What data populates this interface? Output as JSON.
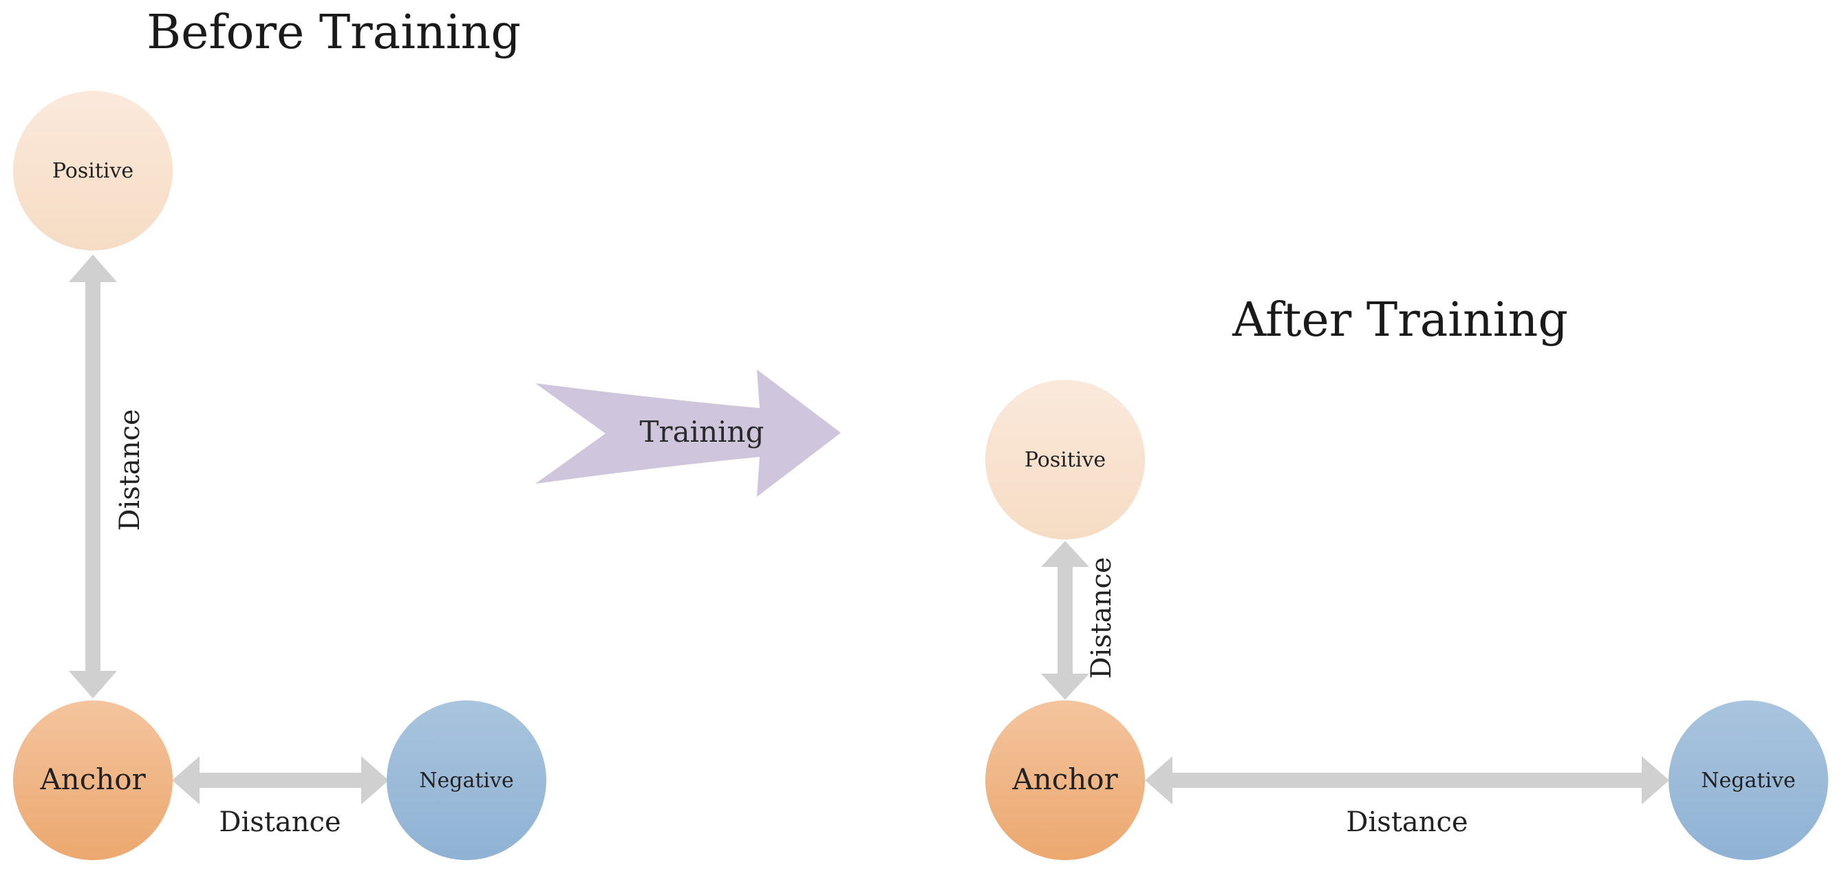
{
  "before": {
    "title": "Before Training",
    "positive_label": "Positive",
    "anchor_label": "Anchor",
    "negative_label": "Negative",
    "vertical_distance_label": "Distance",
    "horizontal_distance_label": "Distance"
  },
  "training_arrow": {
    "label": "Training"
  },
  "after": {
    "title": "After Training",
    "positive_label": "Positive",
    "anchor_label": "Anchor",
    "negative_label": "Negative",
    "vertical_distance_label": "Distance",
    "horizontal_distance_label": "Distance"
  },
  "colors": {
    "positive_top": "#fbe9dc",
    "positive_bottom": "#f6dcc4",
    "anchor_top": "#f4c49e",
    "anchor_bottom": "#eca86f",
    "negative_top": "#a9c4de",
    "negative_bottom": "#8fb2d4",
    "distance_arrow": "#d0d0d0",
    "training_arrow": "#cfc6de"
  }
}
